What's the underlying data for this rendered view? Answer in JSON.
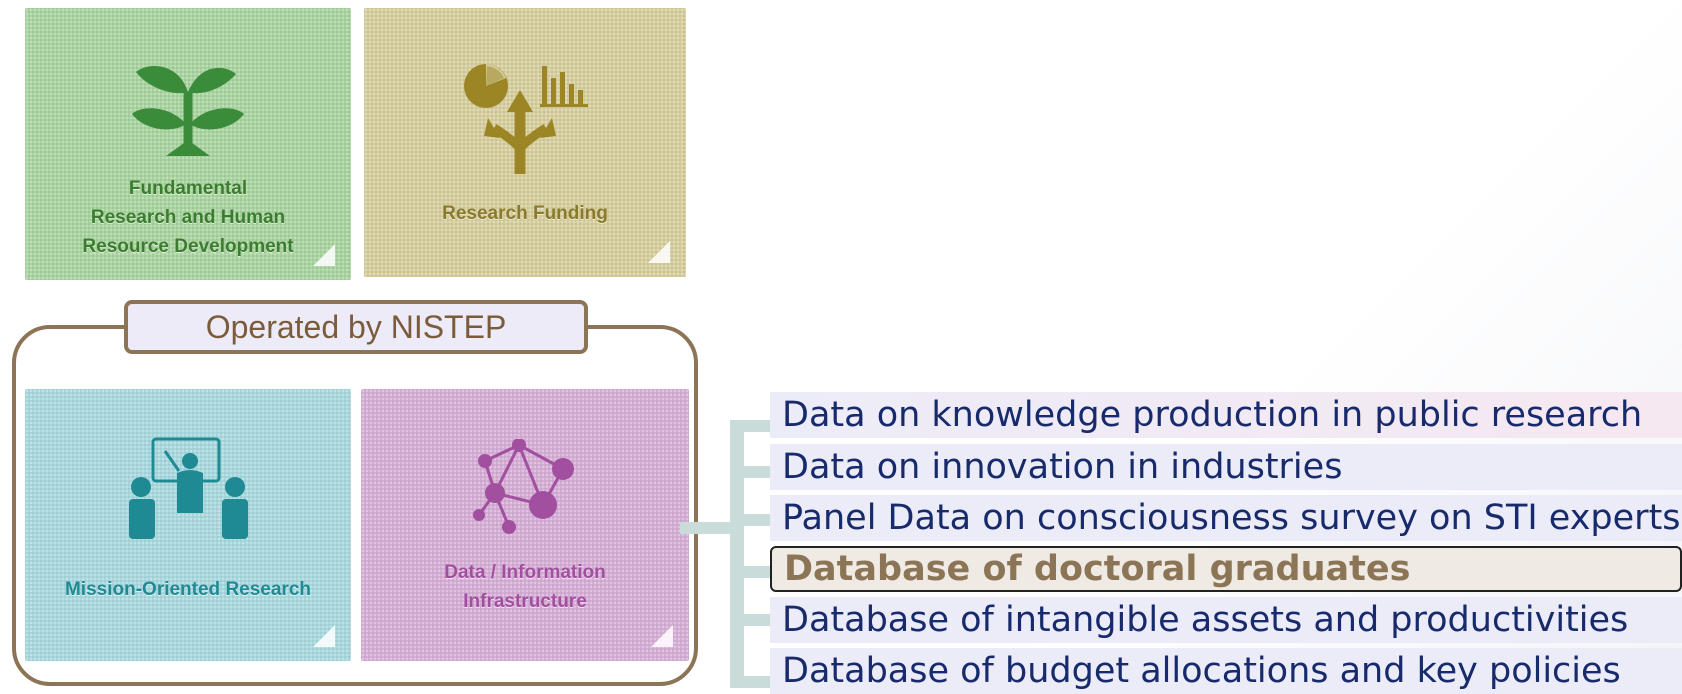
{
  "tiles": {
    "fundamental": {
      "label": "Fundamental\nResearch and Human\nResource Development",
      "icon": "sprout-icon"
    },
    "funding": {
      "label": "Research Funding",
      "icon": "funding-analytics-icon"
    },
    "mission": {
      "label": "Mission-Oriented Research",
      "icon": "presentation-icon"
    },
    "data_infra": {
      "label": "Data / Information\nInfrastructure",
      "icon": "network-icon"
    }
  },
  "nistep": {
    "label": "Operated by NISTEP"
  },
  "databases": [
    {
      "label": "Data on knowledge production in public research"
    },
    {
      "label": "Data on innovation in industries"
    },
    {
      "label": "Panel Data on consciousness survey on STI experts"
    },
    {
      "label": "Database of  doctoral graduates"
    },
    {
      "label": "Database of intangible assets and productivities"
    },
    {
      "label": "Database of budget allocations and key policies"
    }
  ],
  "colors": {
    "green_tile": "#a9d3a0",
    "gold_tile": "#d5cd9d",
    "cyan_tile": "#a8d8dd",
    "pink_tile": "#d5aed5",
    "frame": "#8b7556",
    "db_text": "#172a6b",
    "highlight_text": "#8b7556"
  }
}
